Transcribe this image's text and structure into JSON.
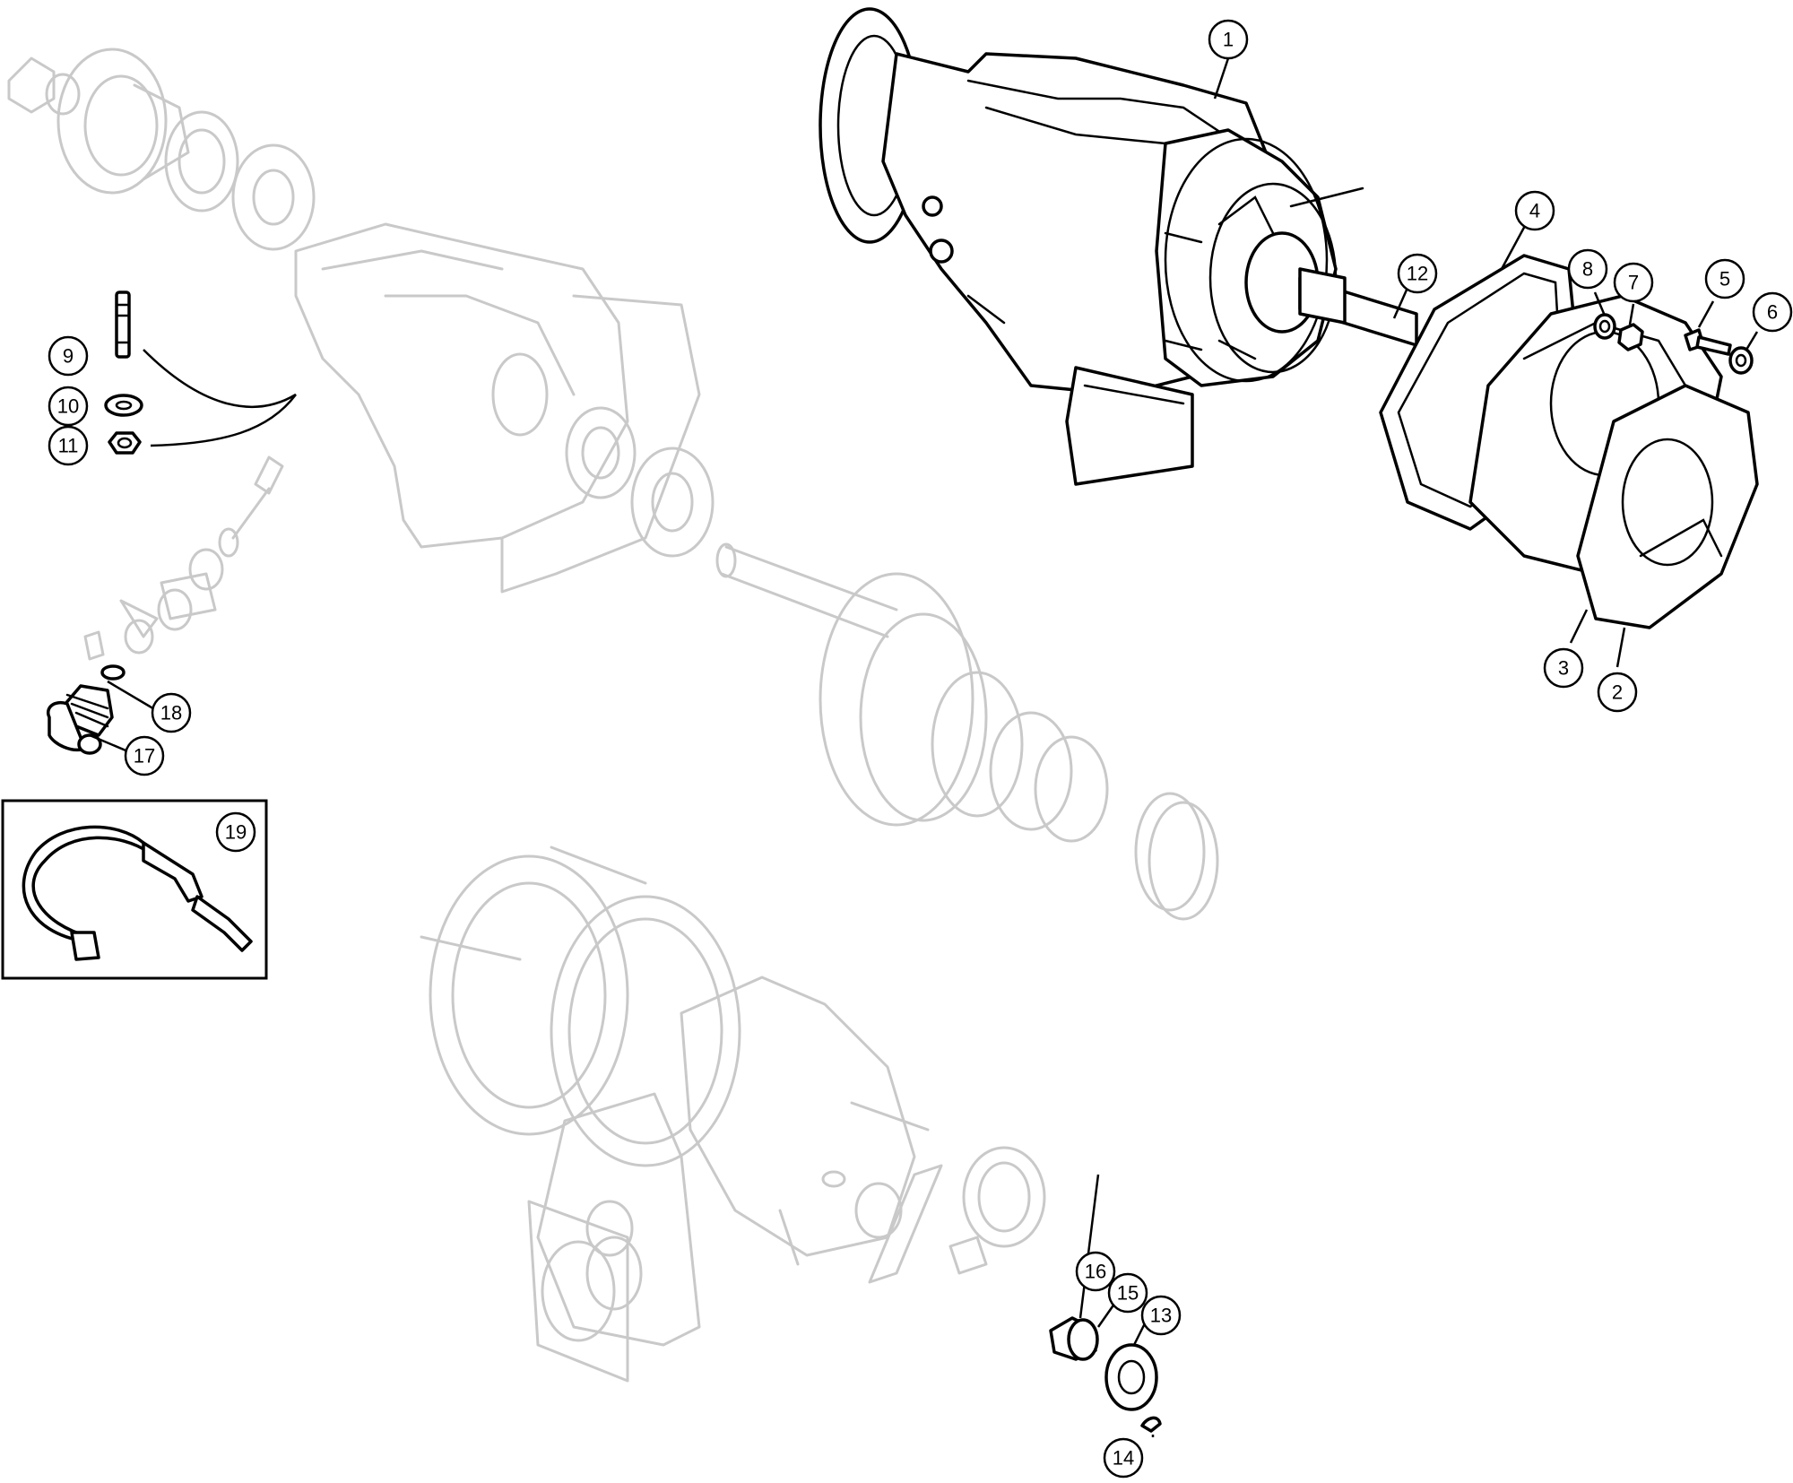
{
  "callouts": [
    {
      "id": "c1",
      "label": "1"
    },
    {
      "id": "c2",
      "label": "2"
    },
    {
      "id": "c3",
      "label": "3"
    },
    {
      "id": "c4",
      "label": "4"
    },
    {
      "id": "c5",
      "label": "5"
    },
    {
      "id": "c6",
      "label": "6"
    },
    {
      "id": "c7",
      "label": "7"
    },
    {
      "id": "c8",
      "label": "8"
    },
    {
      "id": "c9",
      "label": "9"
    },
    {
      "id": "c10",
      "label": "10"
    },
    {
      "id": "c11",
      "label": "11"
    },
    {
      "id": "c12",
      "label": "12"
    },
    {
      "id": "c13",
      "label": "13"
    },
    {
      "id": "c14",
      "label": "14"
    },
    {
      "id": "c15",
      "label": "15"
    },
    {
      "id": "c16",
      "label": "16"
    },
    {
      "id": "c17",
      "label": "17"
    },
    {
      "id": "c18",
      "label": "18"
    },
    {
      "id": "c19",
      "label": "19"
    }
  ],
  "colors": {
    "line": "#000000",
    "ghost": "#c9c9c9",
    "background": "#ffffff"
  }
}
